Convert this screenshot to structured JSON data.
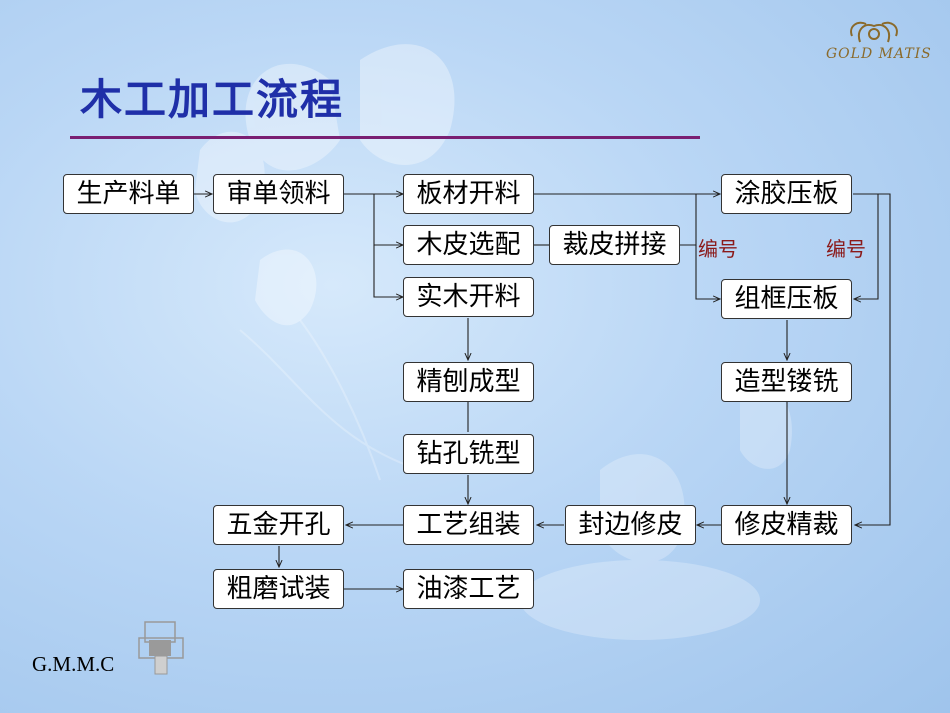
{
  "title": "木工加工流程",
  "nodes": {
    "production_order": "生产料单",
    "review_requisition": "审单领料",
    "board_cutting": "板材开料",
    "veneer_selection": "木皮选配",
    "veneer_splicing": "裁皮拼接",
    "solid_wood_cutting": "实木开料",
    "glue_press": "涂胶压板",
    "frame_press": "组框压板",
    "fine_planing": "精刨成型",
    "drill_mill": "钻孔铣型",
    "shape_routing": "造型镂铣",
    "hardware_holes": "五金开孔",
    "assembly": "工艺组装",
    "edge_banding": "封边修皮",
    "trim_cut": "修皮精裁",
    "rough_sanding": "粗磨试装",
    "painting": "油漆工艺"
  },
  "labels": {
    "numbering_left": "编号",
    "numbering_right": "编号"
  },
  "logo": {
    "text": "GOLD MATIS"
  },
  "footer": {
    "company": "G.M.M.C"
  },
  "colors": {
    "title": "#1f2fa8",
    "title_rule": "#7a1f72",
    "label": "#8b1a1a",
    "logo": "#8a6a2b"
  }
}
